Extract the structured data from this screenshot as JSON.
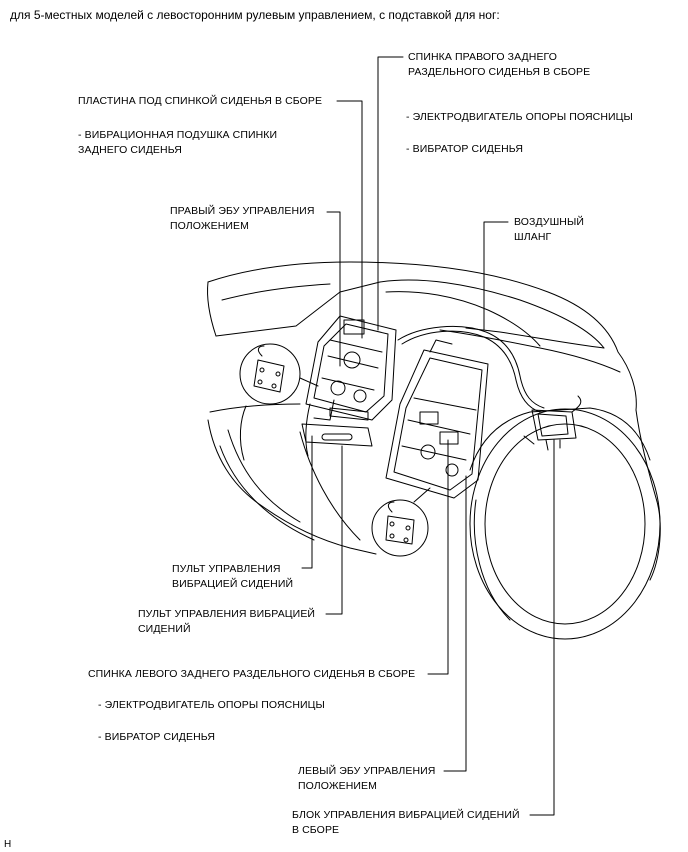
{
  "header": "для 5-местных моделей с левосторонним рулевым управлением, с подставкой для ног:",
  "callouts": {
    "right_rear_seatback": "СПИНКА ПРАВОГО ЗАДНЕГО\nРАЗДЕЛЬНОГО СИДЕНЬЯ В СБОРЕ",
    "right_lumbar_motor": "- ЭЛЕКТРОДВИГАТЕЛЬ ОПОРЫ ПОЯСНИЦЫ",
    "right_seat_vibrator": "- ВИБРАТОР СИДЕНЬЯ",
    "seatback_plate": "ПЛАСТИНА ПОД СПИНКОЙ СИДЕНЬЯ В СБОРЕ",
    "rear_vibration_pad": "- ВИБРАЦИОННАЯ ПОДУШКА СПИНКИ\nЗАДНЕГО СИДЕНЬЯ",
    "right_position_ecu": "ПРАВЫЙ ЭБУ УПРАВЛЕНИЯ\nПОЛОЖЕНИЕМ",
    "air_hose": "ВОЗДУШНЫЙ\nШЛАНГ",
    "vibration_remote_1": "ПУЛЬТ УПРАВЛЕНИЯ\nВИБРАЦИЕЙ СИДЕНИЙ",
    "vibration_remote_2": "ПУЛЬТ УПРАВЛЕНИЯ ВИБРАЦИЕЙ\nСИДЕНИЙ",
    "left_rear_seatback": "СПИНКА ЛЕВОГО ЗАДНЕГО РАЗДЕЛЬНОГО СИДЕНЬЯ В СБОРЕ",
    "left_lumbar_motor": "- ЭЛЕКТРОДВИГАТЕЛЬ ОПОРЫ ПОЯСНИЦЫ",
    "left_seat_vibrator": "- ВИБРАТОР СИДЕНЬЯ",
    "left_position_ecu": "ЛЕВЫЙ ЭБУ УПРАВЛЕНИЯ\nПОЛОЖЕНИЕМ",
    "vibration_control_unit": "БЛОК УПРАВЛЕНИЯ ВИБРАЦИЕЙ СИДЕНИЙ\nВ СБОРЕ"
  },
  "footer_code": "H"
}
